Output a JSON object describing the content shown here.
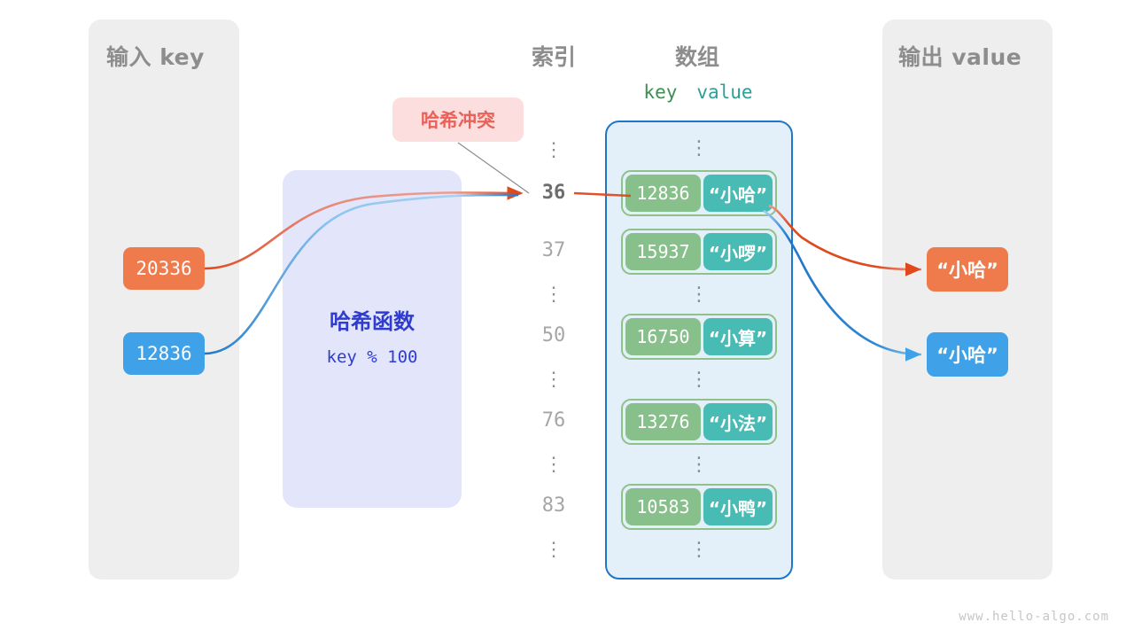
{
  "panels": {
    "input_title": "输入 key",
    "output_title": "输出 value"
  },
  "columns": {
    "index_title": "索引",
    "array_title": "数组",
    "key_header": "key",
    "value_header": "value"
  },
  "hash_function": {
    "name": "哈希函数",
    "expression": "key % 100"
  },
  "collision": {
    "label": "哈希冲突"
  },
  "inputs": [
    {
      "value": "20336",
      "color": "#ef7b4d"
    },
    {
      "value": "12836",
      "color": "#3fa2e8"
    }
  ],
  "outputs": [
    {
      "value": "“小哈”",
      "color": "#ef7b4d"
    },
    {
      "value": "“小哈”",
      "color": "#3fa2e8"
    }
  ],
  "index_column": [
    {
      "label": "⋮",
      "type": "dots",
      "active": false
    },
    {
      "label": "36",
      "type": "index",
      "active": true
    },
    {
      "label": "37",
      "type": "index",
      "active": false
    },
    {
      "label": "⋮",
      "type": "dots",
      "active": false
    },
    {
      "label": "50",
      "type": "index",
      "active": false
    },
    {
      "label": "⋮",
      "type": "dots",
      "active": false
    },
    {
      "label": "76",
      "type": "index",
      "active": false
    },
    {
      "label": "⋮",
      "type": "dots",
      "active": false
    },
    {
      "label": "83",
      "type": "index",
      "active": false
    },
    {
      "label": "⋮",
      "type": "dots",
      "active": false
    }
  ],
  "buckets": [
    {
      "key": "12836",
      "value": "“小哈”"
    },
    {
      "key": "15937",
      "value": "“小啰”"
    },
    {
      "key": "16750",
      "value": "“小算”"
    },
    {
      "key": "13276",
      "value": "“小法”"
    },
    {
      "key": "10583",
      "value": "“小鸭”"
    }
  ],
  "array_dots": [
    "⋮",
    "⋮",
    "⋮",
    "⋮",
    "⋮"
  ],
  "colors": {
    "panel_bg": "#eeeeee",
    "array_bg": "#e3f0fa",
    "array_border": "#1f76c8",
    "hash_bg": "#e3e6fa",
    "hash_text": "#2f3ccf",
    "bucket_key": "#87c08a",
    "bucket_value": "#48bcb4",
    "bucket_border": "#8fc28a",
    "orange": "#ef7b4d",
    "blue": "#3fa2e8",
    "collision_bg": "#fbdedd",
    "collision_text": "#e8625a",
    "title_gray": "#8d8d8d"
  },
  "watermark": "www.hello-algo.com"
}
